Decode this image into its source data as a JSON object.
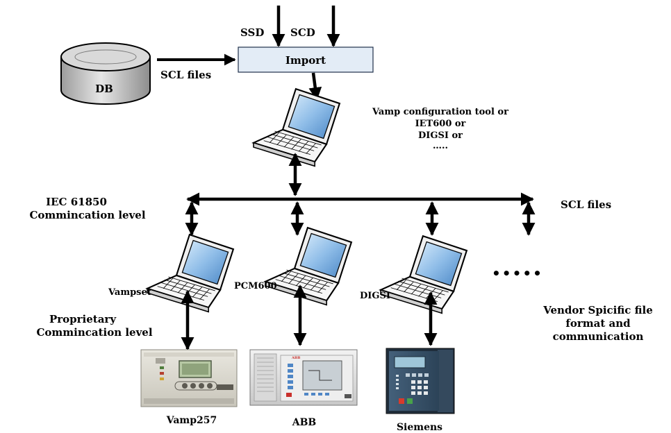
{
  "inputs": {
    "ssd": "SSD",
    "scd": "SCD"
  },
  "import_box": "Import",
  "db": "DB",
  "scl_files_top": "SCL files",
  "tool_caption": [
    "Vamp configuration tool or",
    "IET600 or",
    "DIGSI or",
    "….."
  ],
  "iec_level": [
    "IEC 61850",
    "Commincation level"
  ],
  "scl_files_bus": "SCL files",
  "laptops": [
    {
      "label": "Vampset"
    },
    {
      "label": "PCM600"
    },
    {
      "label": "DIGSI"
    }
  ],
  "ellipsis": "•••••",
  "proprietary_level": [
    "Proprietary",
    "Commincation level"
  ],
  "vendor_caption": [
    "Vendor Spicific file",
    "format and",
    "communication"
  ],
  "devices": [
    {
      "label": "Vamp257"
    },
    {
      "label": "ABB"
    },
    {
      "label": "Siemens"
    }
  ],
  "colors": {
    "import_fill": "#e3ecf6",
    "db_fill": "#cfcfcf",
    "screen": "#9cc4ea",
    "arrow": "#000000"
  }
}
